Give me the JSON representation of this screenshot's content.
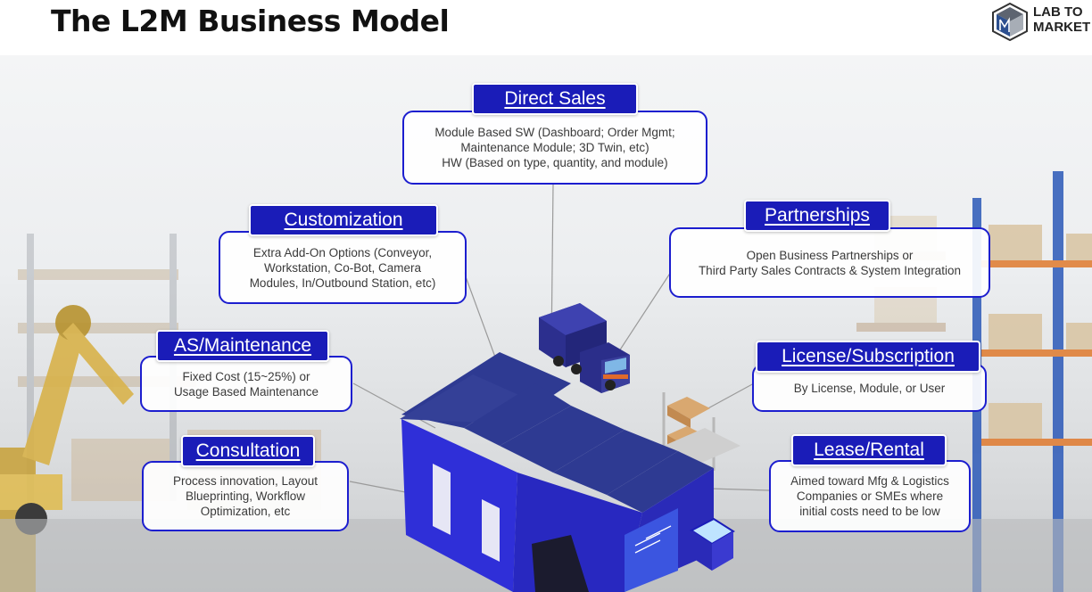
{
  "page": {
    "title": "The L2M Business Model",
    "logo_text": "LAB TO\nMARKET",
    "accent_color": "#1a1cb8"
  },
  "center_image": {
    "depicts": [
      "warehouse-icon",
      "delivery-truck-icon",
      "storage-shelf-icon"
    ]
  },
  "nodes": {
    "direct_sales": {
      "title": "Direct Sales",
      "description": "Module Based SW (Dashboard; Order Mgmt;\nMaintenance Module; 3D Twin, etc)\nHW (Based on type, quantity, and module)"
    },
    "customization": {
      "title": "Customization",
      "description": "Extra Add-On Options (Conveyor,\nWorkstation, Co-Bot, Camera\nModules, In/Outbound Station, etc)"
    },
    "partnerships": {
      "title": "Partnerships",
      "description": "Open Business Partnerships or\nThird Party Sales Contracts & System Integration"
    },
    "as_maintenance": {
      "title": "AS/Maintenance",
      "description": "Fixed  Cost (15~25%) or\nUsage Based Maintenance"
    },
    "license_subscription": {
      "title": "License/Subscription",
      "description": "By License, Module, or User"
    },
    "consultation": {
      "title": "Consultation",
      "description": "Process innovation, Layout\nBlueprinting, Workflow\nOptimization, etc"
    },
    "lease_rental": {
      "title": "Lease/Rental",
      "description": "Aimed toward Mfg & Logistics\nCompanies or SMEs where\ninitial costs need to be low"
    }
  }
}
